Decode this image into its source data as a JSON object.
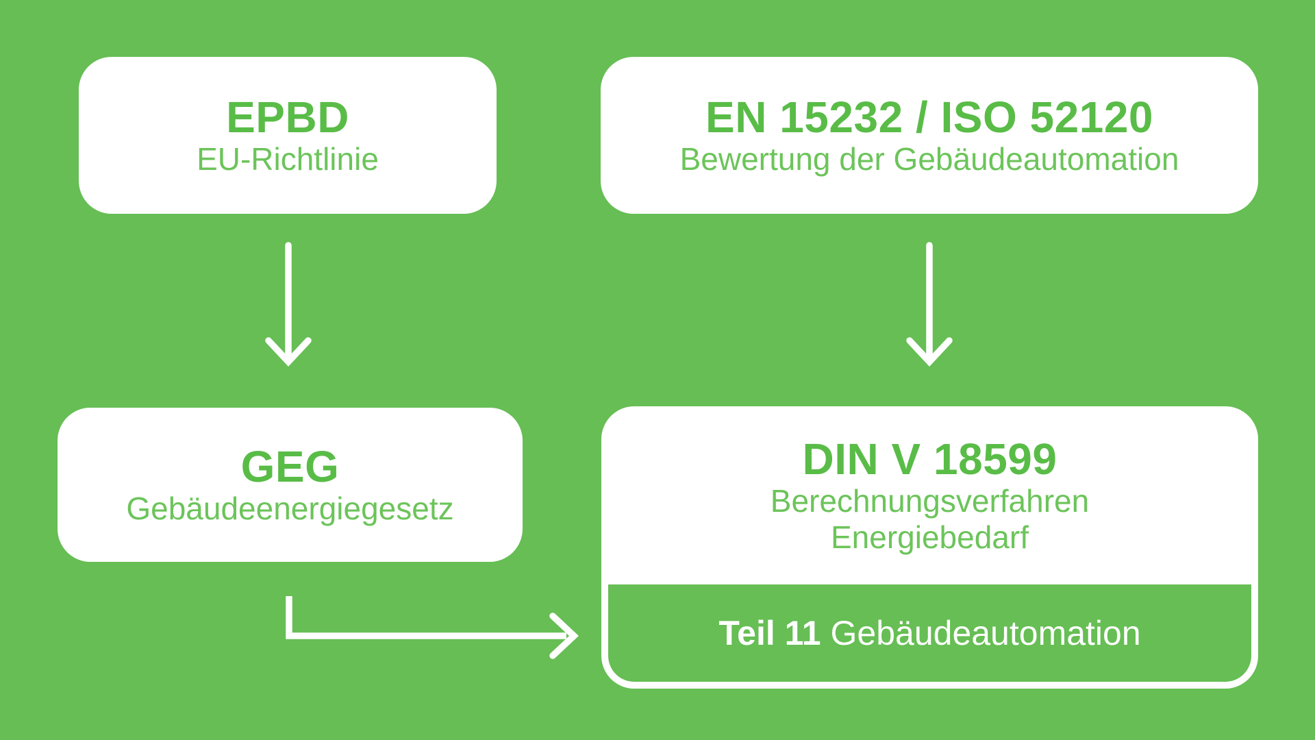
{
  "palette": {
    "background_green": "#66BE54",
    "box_background": "#FFFFFF",
    "title_green": "#59BC47",
    "subtitle_green": "#6CC45A",
    "arrow_white": "#FFFFFF",
    "part_panel_green": "#66BE54",
    "part_text_white": "#FFFFFF"
  },
  "boxes": {
    "epbd": {
      "title": "EPBD",
      "subtitle": "EU-Richtlinie"
    },
    "en_iso": {
      "title": "EN 15232 / ISO 52120",
      "subtitle": "Bewertung der Gebäudeautomation"
    },
    "geg": {
      "title": "GEG",
      "subtitle": "Gebäudeenergiegesetz"
    },
    "din": {
      "title": "DIN V 18599",
      "subtitle_line1": "Berechnungsverfahren",
      "subtitle_line2": "Energiebedarf",
      "part_bold": "Teil 11",
      "part_rest": "Gebäudeautomation"
    }
  }
}
